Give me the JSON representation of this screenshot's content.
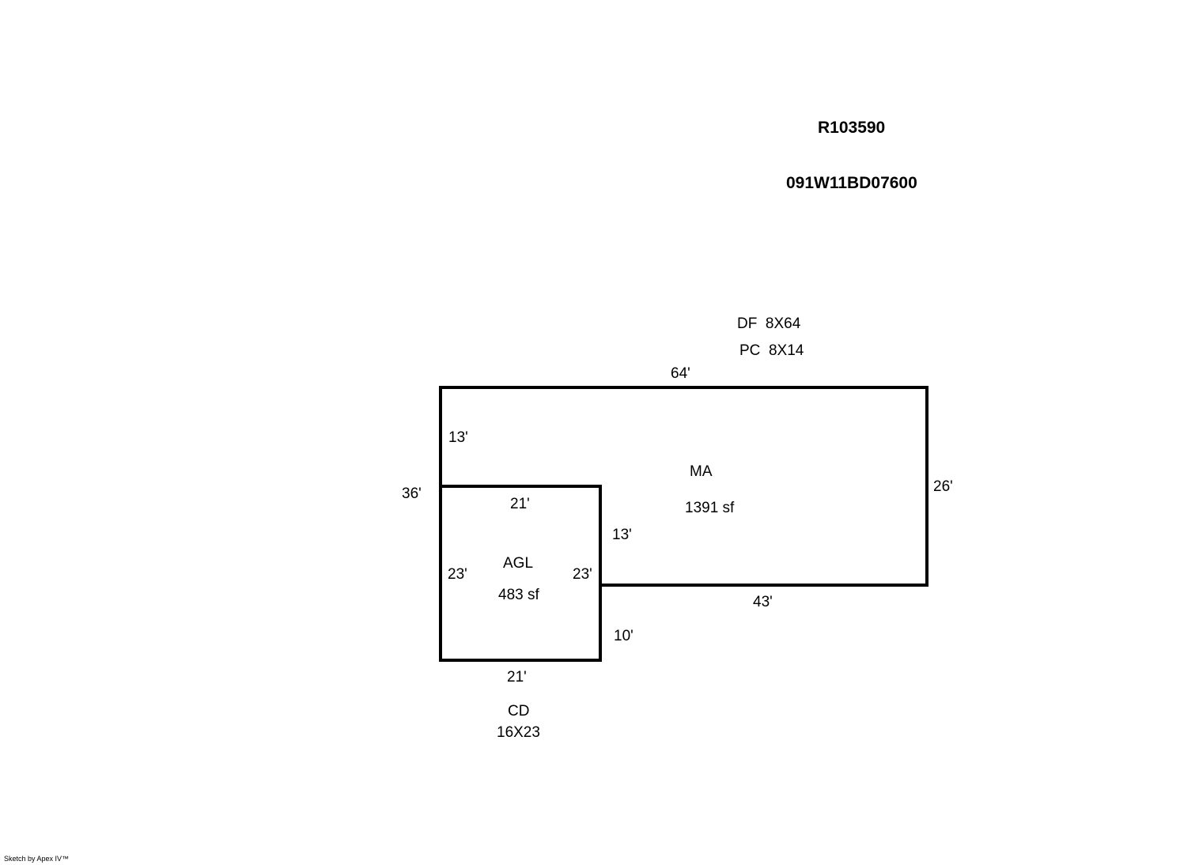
{
  "header": {
    "account_id": "R103590",
    "parcel_id": "091W11BD07600"
  },
  "notes": {
    "line1": "DF  8X64",
    "line2": "PC  8X14"
  },
  "areas": {
    "main": {
      "code": "MA",
      "area": "1391 sf"
    },
    "garage": {
      "code": "AGL",
      "area": "483 sf"
    },
    "deck": {
      "code": "CD",
      "size": "16X23"
    }
  },
  "dimensions": {
    "main_top": "64'",
    "main_left_upper": "13'",
    "total_left": "36'",
    "main_right": "26'",
    "main_bottom": "43'",
    "main_inner_step": "13'",
    "garage_top": "21'",
    "garage_left": "23'",
    "garage_right": "23'",
    "garage_bottom": "21'",
    "garage_right_lower": "10'"
  },
  "footer": {
    "credit": "Sketch by Apex IV™"
  }
}
